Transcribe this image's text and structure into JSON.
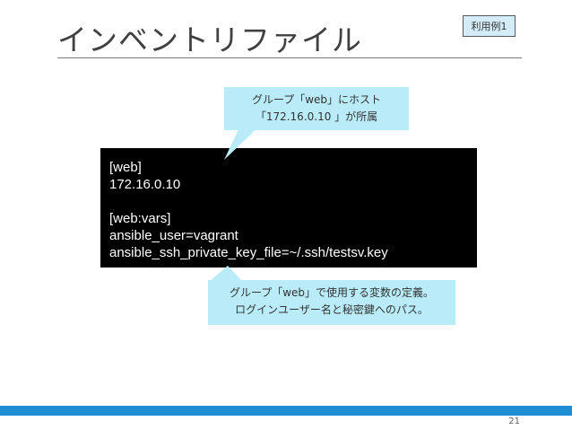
{
  "slide": {
    "title": "インベントリファイル",
    "badge": "利用例1",
    "page_number": "21"
  },
  "code": {
    "lines": [
      "[web]",
      "172.16.0.10",
      "",
      "[web:vars]",
      "ansible_user=vagrant",
      "ansible_ssh_private_key_file=~/.ssh/testsv.key"
    ]
  },
  "callouts": {
    "top": {
      "line1": "グループ「web」にホスト",
      "line2": "「172.16.0.10 」が所属"
    },
    "bottom": {
      "line1": "グループ「web」で使用する変数の定義。",
      "line2": "ログインユーザー名と秘密鍵へのパス。"
    }
  },
  "colors": {
    "accent": "#1e8fd4",
    "callout": "#b9ecf8",
    "badge": "#d4ecf7",
    "code_background": "#000000"
  }
}
